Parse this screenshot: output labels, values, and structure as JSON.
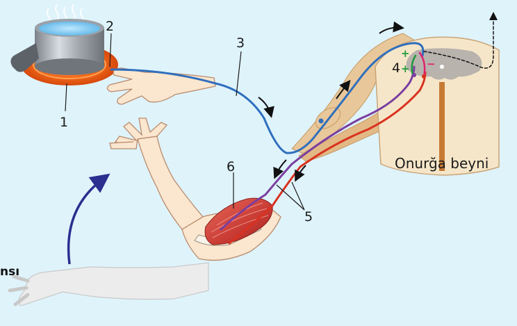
{
  "labels": {
    "pot_burner": "1",
    "finger_receptor": "2",
    "sensory_nerve": "3",
    "spinal_synapse": "4",
    "motor_nerves": "5",
    "muscle": "6"
  },
  "caption": "Onurğa beyni",
  "cut_text": "nsı",
  "signs": {
    "plus": "+",
    "minus": "−"
  },
  "colors": {
    "background": "#dff3fb",
    "sensory_nerve": "#2f6fbd",
    "motor_nerve_red": "#d9321f",
    "motor_nerve_purple": "#7a3fa0",
    "inhibitory": "#e0216f",
    "excitatory": "#1f9a3a",
    "burner": "#f26a1b",
    "skin": "#fbe6cf",
    "ghost_arm": "#ececec",
    "muscle": "#c83a33",
    "arrow_blue": "#2b2f8f"
  }
}
